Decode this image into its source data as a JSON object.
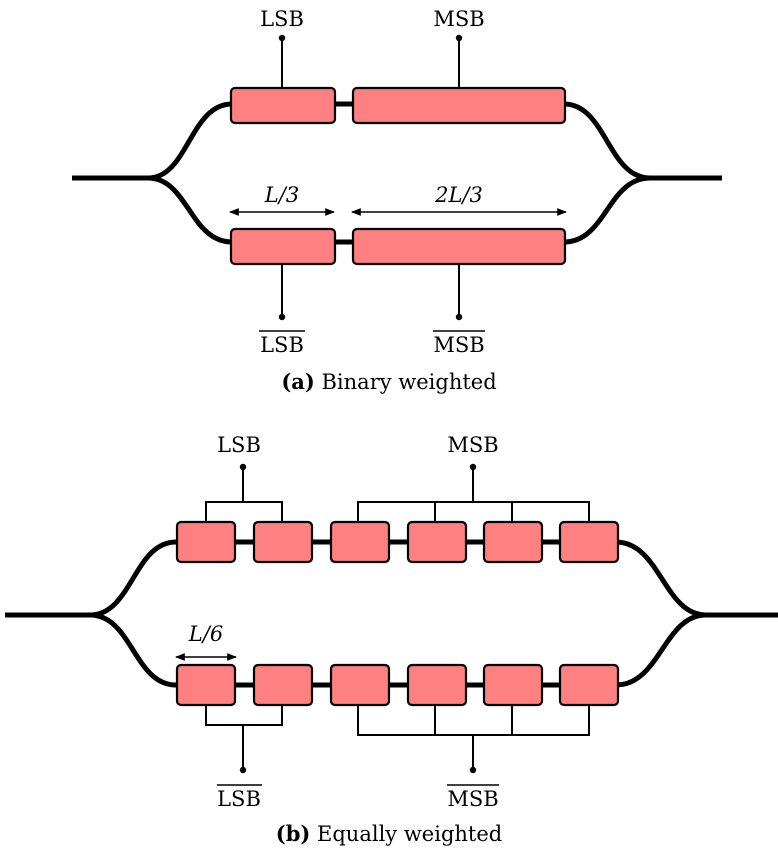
{
  "colors": {
    "segment_fill": "#ff8080",
    "line": "#000000",
    "background": "#ffffff"
  },
  "panel_a": {
    "caption_tag": "(a)",
    "caption_text": "Binary weighted",
    "top_labels": {
      "lsb": "LSB",
      "msb": "MSB"
    },
    "bottom_labels": {
      "lsb": "LSB",
      "msb": "MSB"
    },
    "dim_lsb": "L/3",
    "dim_msb": "2L/3"
  },
  "panel_b": {
    "caption_tag": "(b)",
    "caption_text": "Equally weighted",
    "top_labels": {
      "lsb": "LSB",
      "msb": "MSB"
    },
    "bottom_labels": {
      "lsb": "LSB",
      "msb": "MSB"
    },
    "dim_segment": "L/6"
  }
}
